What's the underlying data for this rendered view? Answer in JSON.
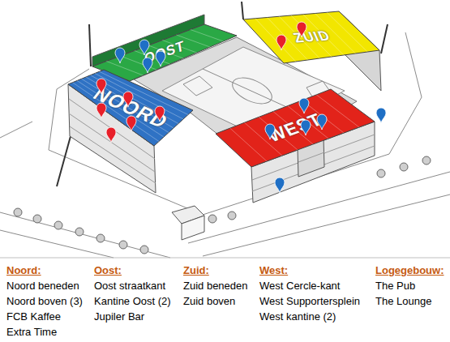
{
  "diagram": {
    "nodes": [
      {
        "text": [
          "OOST"
        ]
      },
      {
        "text": [
          "ZUID"
        ]
      },
      {
        "text": [
          "NOORD"
        ]
      },
      {
        "text": [
          "WEST"
        ]
      }
    ],
    "labels": [
      "Noord:",
      "Noord beneden",
      "Noord boven (3)",
      "FCB Kaffee",
      "Extra Time",
      "Oost:",
      "Oost straatkant",
      "Kantine Oost (2)",
      "Jupiler Bar",
      "Zuid:",
      "Zuid beneden",
      "Zuid boven",
      "West:",
      "West Cercle-kant",
      "West Supportersplein",
      "West kantine (2)",
      "Logegebouw:",
      "The Pub",
      "The Lounge"
    ]
  }
}
